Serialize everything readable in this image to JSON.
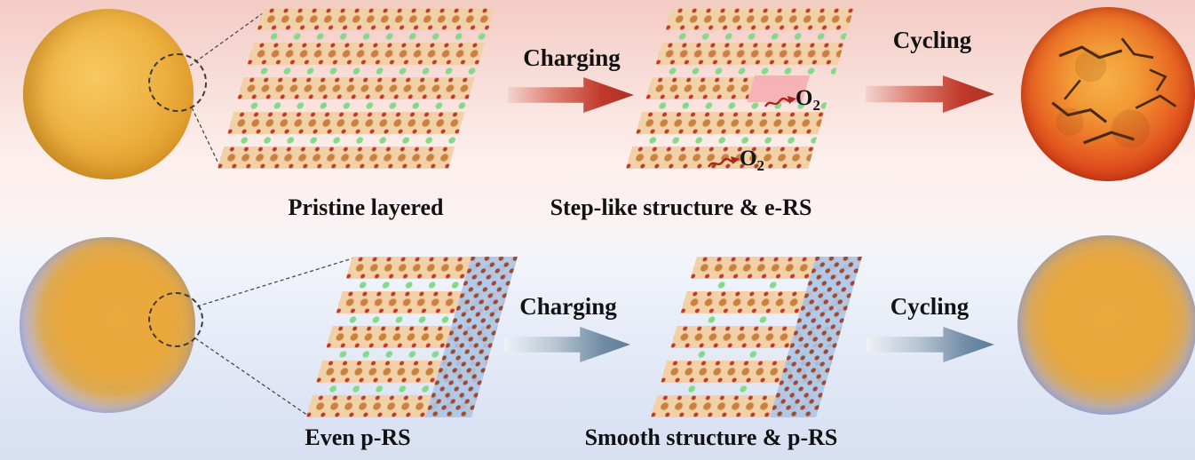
{
  "top_row": {
    "charging_label": "Charging",
    "cycling_label": "Cycling",
    "pristine_caption": "Pristine layered",
    "step_caption": "Step-like structure & e-RS",
    "o2_releases": [
      {
        "symbol": "O",
        "subscript": "2"
      },
      {
        "symbol": "O",
        "subscript": "2"
      }
    ]
  },
  "bottom_row": {
    "charging_label": "Charging",
    "cycling_label": "Cycling",
    "even_caption": "Even p-RS",
    "smooth_caption": "Smooth structure & p-RS"
  },
  "colors": {
    "top_background": "#f6cfc9",
    "bottom_background": "#d8e0f2",
    "charging_cycling_arrow_top": "#c0392b",
    "charging_cycling_arrow_bottom": "#5d7d99",
    "layer_slab": "#f2d0a8",
    "transition_metal_dot": "#c9823c",
    "oxygen_dot": "#bf3a2b",
    "lithium_dot": "#86d989",
    "rocksalt_overlay": "#adc5e9",
    "step_highlight": "#f398a0",
    "pristine_particle": "#eeb243",
    "degraded_particle": "#dd481c",
    "coated_particle_shell": "#6c82d2",
    "coated_particle_core": "#e9a73c"
  }
}
